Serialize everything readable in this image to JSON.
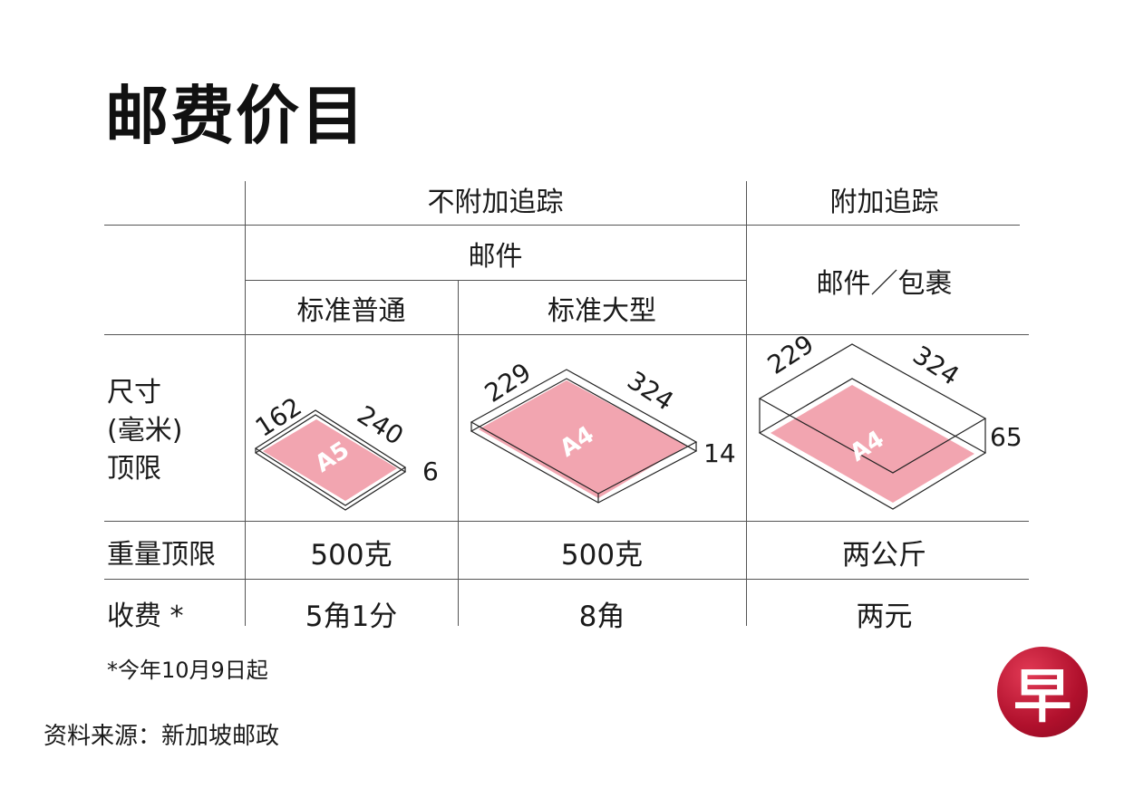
{
  "title": "邮费价目",
  "header": {
    "untracked": "不附加追踪",
    "tracked": "附加追踪",
    "mail": "邮件",
    "mail_parcel": "邮件／包裹",
    "standard_regular": "标准普通",
    "standard_large": "标准大型"
  },
  "rows": {
    "size_label": [
      "尺寸",
      "(毫米)",
      "顶限"
    ],
    "weight_label": "重量顶限",
    "fee_label": "收费 *",
    "weights": [
      "500克",
      "500克",
      "两公斤"
    ],
    "fees": [
      "5角1分",
      "8角",
      "两元"
    ]
  },
  "diagrams": [
    {
      "paper": "A5",
      "width": "162",
      "length": "240",
      "thickness": "6"
    },
    {
      "paper": "A4",
      "width": "229",
      "length": "324",
      "thickness": "14"
    },
    {
      "paper": "A4",
      "width": "229",
      "length": "324",
      "thickness": "65"
    }
  ],
  "footnote": "*今年10月9日起",
  "source": "资料来源：新加坡邮政",
  "logo": "早",
  "colors": {
    "paper_pink": "#f2a5b0",
    "logo_red": "#c8102e"
  }
}
